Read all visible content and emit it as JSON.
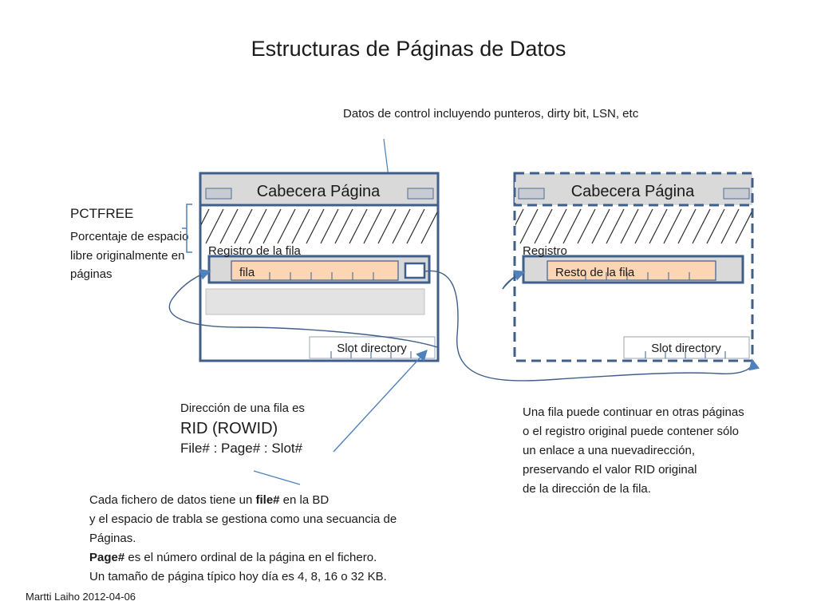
{
  "title": "Estructuras de Páginas de Datos",
  "control_note": "Datos de control incluyendo punteros, dirty bit, LSN, etc",
  "pctfree": {
    "title": "PCTFREE",
    "desc": "Porcentaje de espacio libre originalmente en páginas"
  },
  "page_left": {
    "header": "Cabecera Página",
    "record_label": "Registro de la fila",
    "row_label": "fila",
    "slot_directory": "Slot directory"
  },
  "page_right": {
    "header": "Cabecera Página",
    "record_label": "Registro",
    "row_label": "Resto de la fila",
    "slot_directory": "Slot directory"
  },
  "rid": {
    "line1": "Dirección de una fila es",
    "line2": "RID  (ROWID)",
    "line3": "File# : Page# : Slot#"
  },
  "continue_note": [
    "Una fila puede continuar en otras páginas",
    "o el registro original puede contener sólo",
    "un enlace a una nuevadirección,",
    "preservando el valor RID original",
    "de la dirección de la fila."
  ],
  "file_note": {
    "l1_a": "Cada fichero de datos tiene un ",
    "l1_b": "file#",
    "l1_c": " en la BD",
    "l2": "y el espacio de trabla se gestiona como una secuancia de",
    "l3": "Páginas.",
    "l4_a": "Page#",
    "l4_b": " es el número ordinal de la página en el fichero.",
    "l5": "Un tamaño de página típico hoy día es 4, 8, 16 o 32 KB."
  },
  "author": "Martti Laiho 2012-04-06",
  "colors": {
    "page_border": "#3f5f8a",
    "header_fill": "#d9d9d9",
    "row_fill": "#fcd5b5",
    "arrow": "#4f81bd",
    "free_hatch": "#2b2b2b"
  }
}
